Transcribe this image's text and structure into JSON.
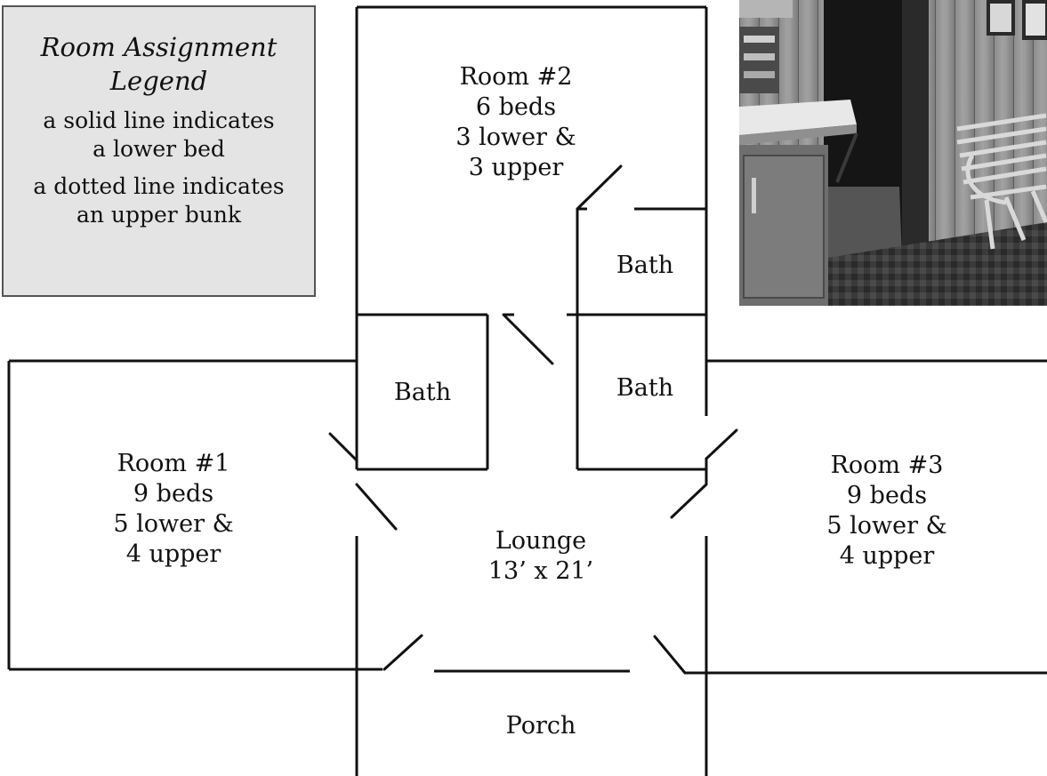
{
  "legend": {
    "title_line1": "Room Assignment",
    "title_line2": "Legend",
    "solid_line1": "a solid line indicates",
    "solid_line2": "a lower bed",
    "dotted_line1": "a dotted line indicates",
    "dotted_line2": "an upper bunk"
  },
  "rooms": {
    "room2": {
      "name": "Room #2",
      "beds": "6 beds",
      "lower": "3 lower &",
      "upper": "3 upper"
    },
    "room1": {
      "name": "Room #1",
      "beds": "9 beds",
      "lower": "5 lower &",
      "upper": "4 upper"
    },
    "room3": {
      "name": "Room #3",
      "beds": "9 beds",
      "lower": "5 lower &",
      "upper": "4 upper"
    },
    "bath_upper_right": "Bath",
    "bath_lower_right": "Bath",
    "bath_left": "Bath",
    "lounge": {
      "name": "Lounge",
      "size": "13’ x 21’"
    },
    "porch": "Porch"
  },
  "photo": {
    "subject": "bunkhouse interior photo",
    "tone": "black-and-white"
  }
}
